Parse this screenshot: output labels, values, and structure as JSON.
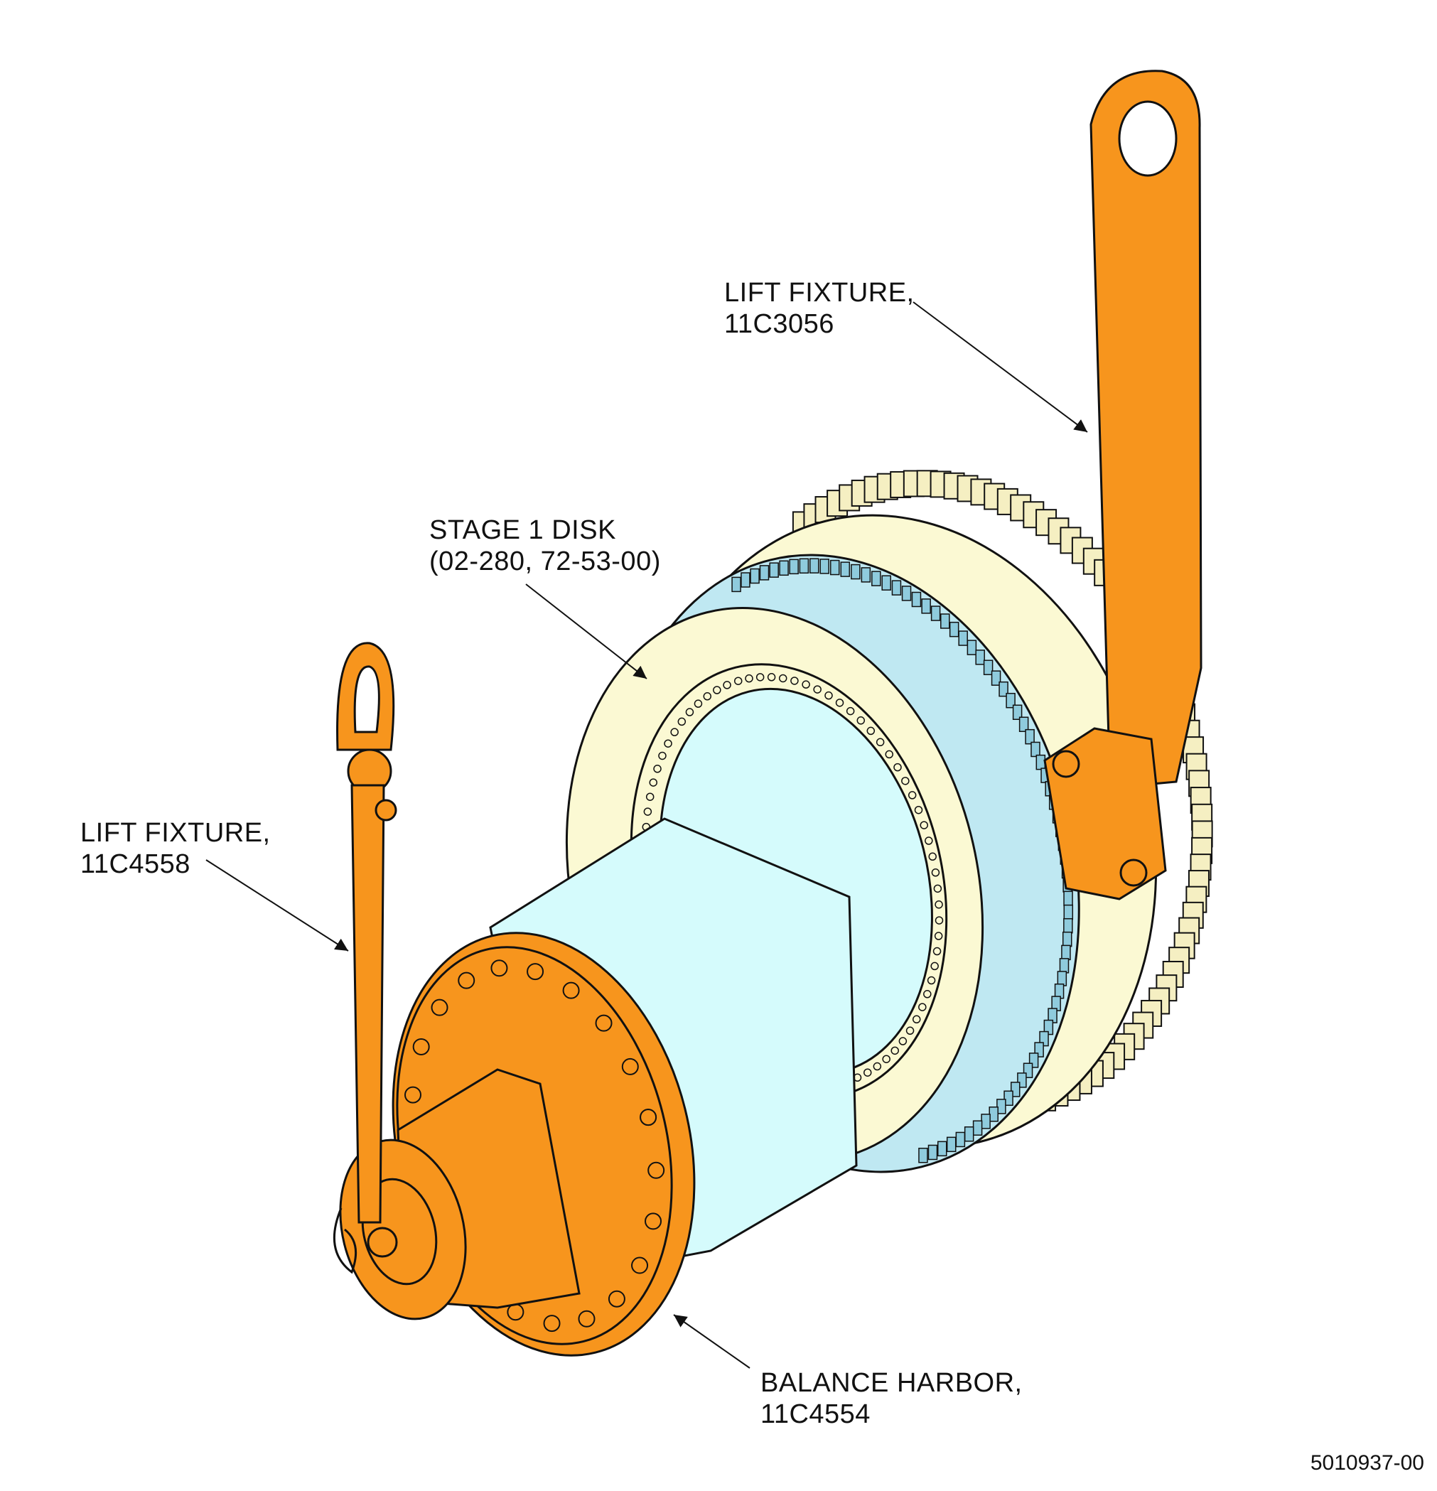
{
  "colors": {
    "fixture_orange": "#F7951D",
    "disk_cream": "#FBF9D3",
    "harbor_cyan": "#D5FBFC",
    "outline": "#111111"
  },
  "callouts": {
    "lift_fixture_3056": {
      "line1": "LIFT FIXTURE,",
      "line2": "11C3056"
    },
    "stage1_disk": {
      "line1": "STAGE 1 DISK",
      "line2": "(02-280, 72-53-00)"
    },
    "lift_fixture_4558": {
      "line1": "LIFT FIXTURE,",
      "line2": "11C4558"
    },
    "balance_harbor": {
      "line1": "BALANCE HARBOR,",
      "line2": "11C4554"
    }
  },
  "figure_number": "5010937-00"
}
